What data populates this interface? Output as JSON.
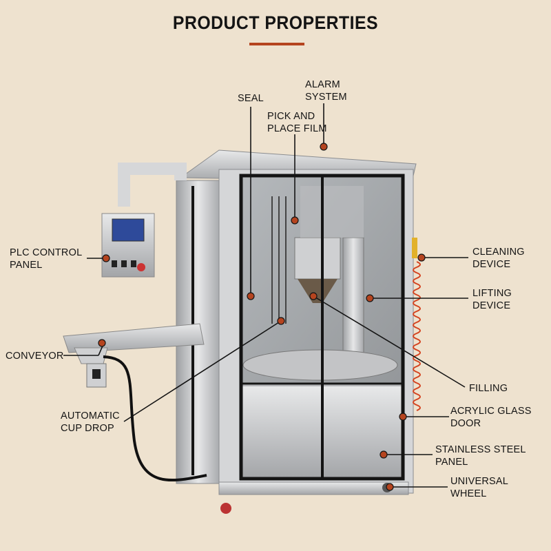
{
  "title": "PRODUCT PROPERTIES",
  "colors": {
    "background": "#eee2cf",
    "accent": "#b5441f",
    "steel": "#c8c9cb",
    "frame": "#141414",
    "marker": "#b5441f"
  },
  "labels": {
    "seal": "SEAL",
    "alarm_system": [
      "ALARM",
      "SYSTEM"
    ],
    "pick_and_place_film": [
      "PICK AND",
      "PLACE FILM"
    ],
    "plc_control_panel": [
      "PLC CONTROL",
      "PANEL"
    ],
    "conveyor": "CONVEYOR",
    "automatic_cup_drop": [
      "AUTOMATIC",
      "CUP DROP"
    ],
    "cleaning_device": [
      "CLEANING",
      "DEVICE"
    ],
    "lifting_device": [
      "LIFTING",
      "DEVICE"
    ],
    "filling": "FILLING",
    "acrylic_glass_door": [
      "ACRYLIC GLASS",
      "DOOR"
    ],
    "stainless_steel_panel": [
      "STAINLESS STEEL",
      "PANEL"
    ],
    "universal_wheel": [
      "UNIVERSAL",
      "WHEEL"
    ]
  }
}
